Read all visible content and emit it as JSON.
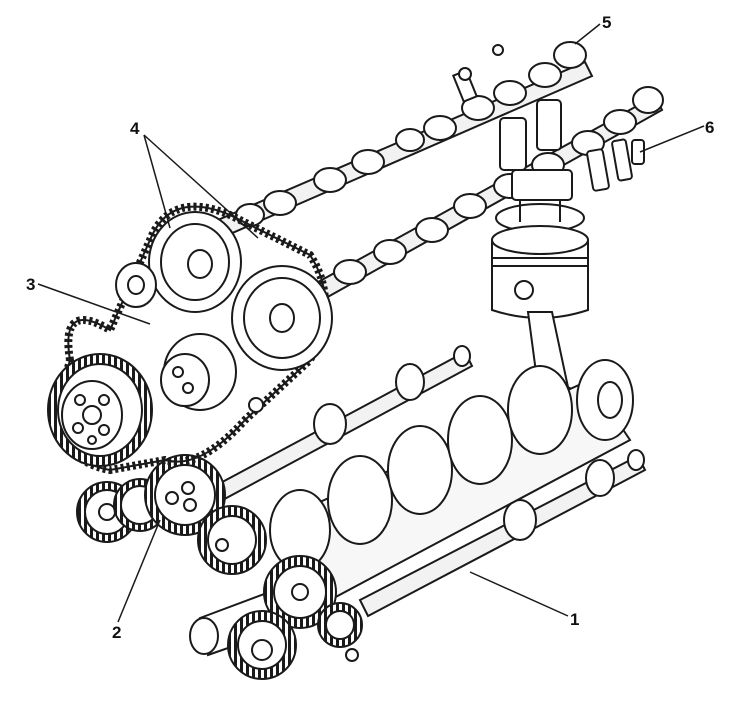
{
  "labels": {
    "1": "1",
    "2": "2",
    "3": "3",
    "4": "4",
    "5": "5",
    "6": "6"
  },
  "colors": {
    "ink": "#1a1a1a",
    "paper": "#ffffff",
    "shade": "#d9d9d9"
  }
}
